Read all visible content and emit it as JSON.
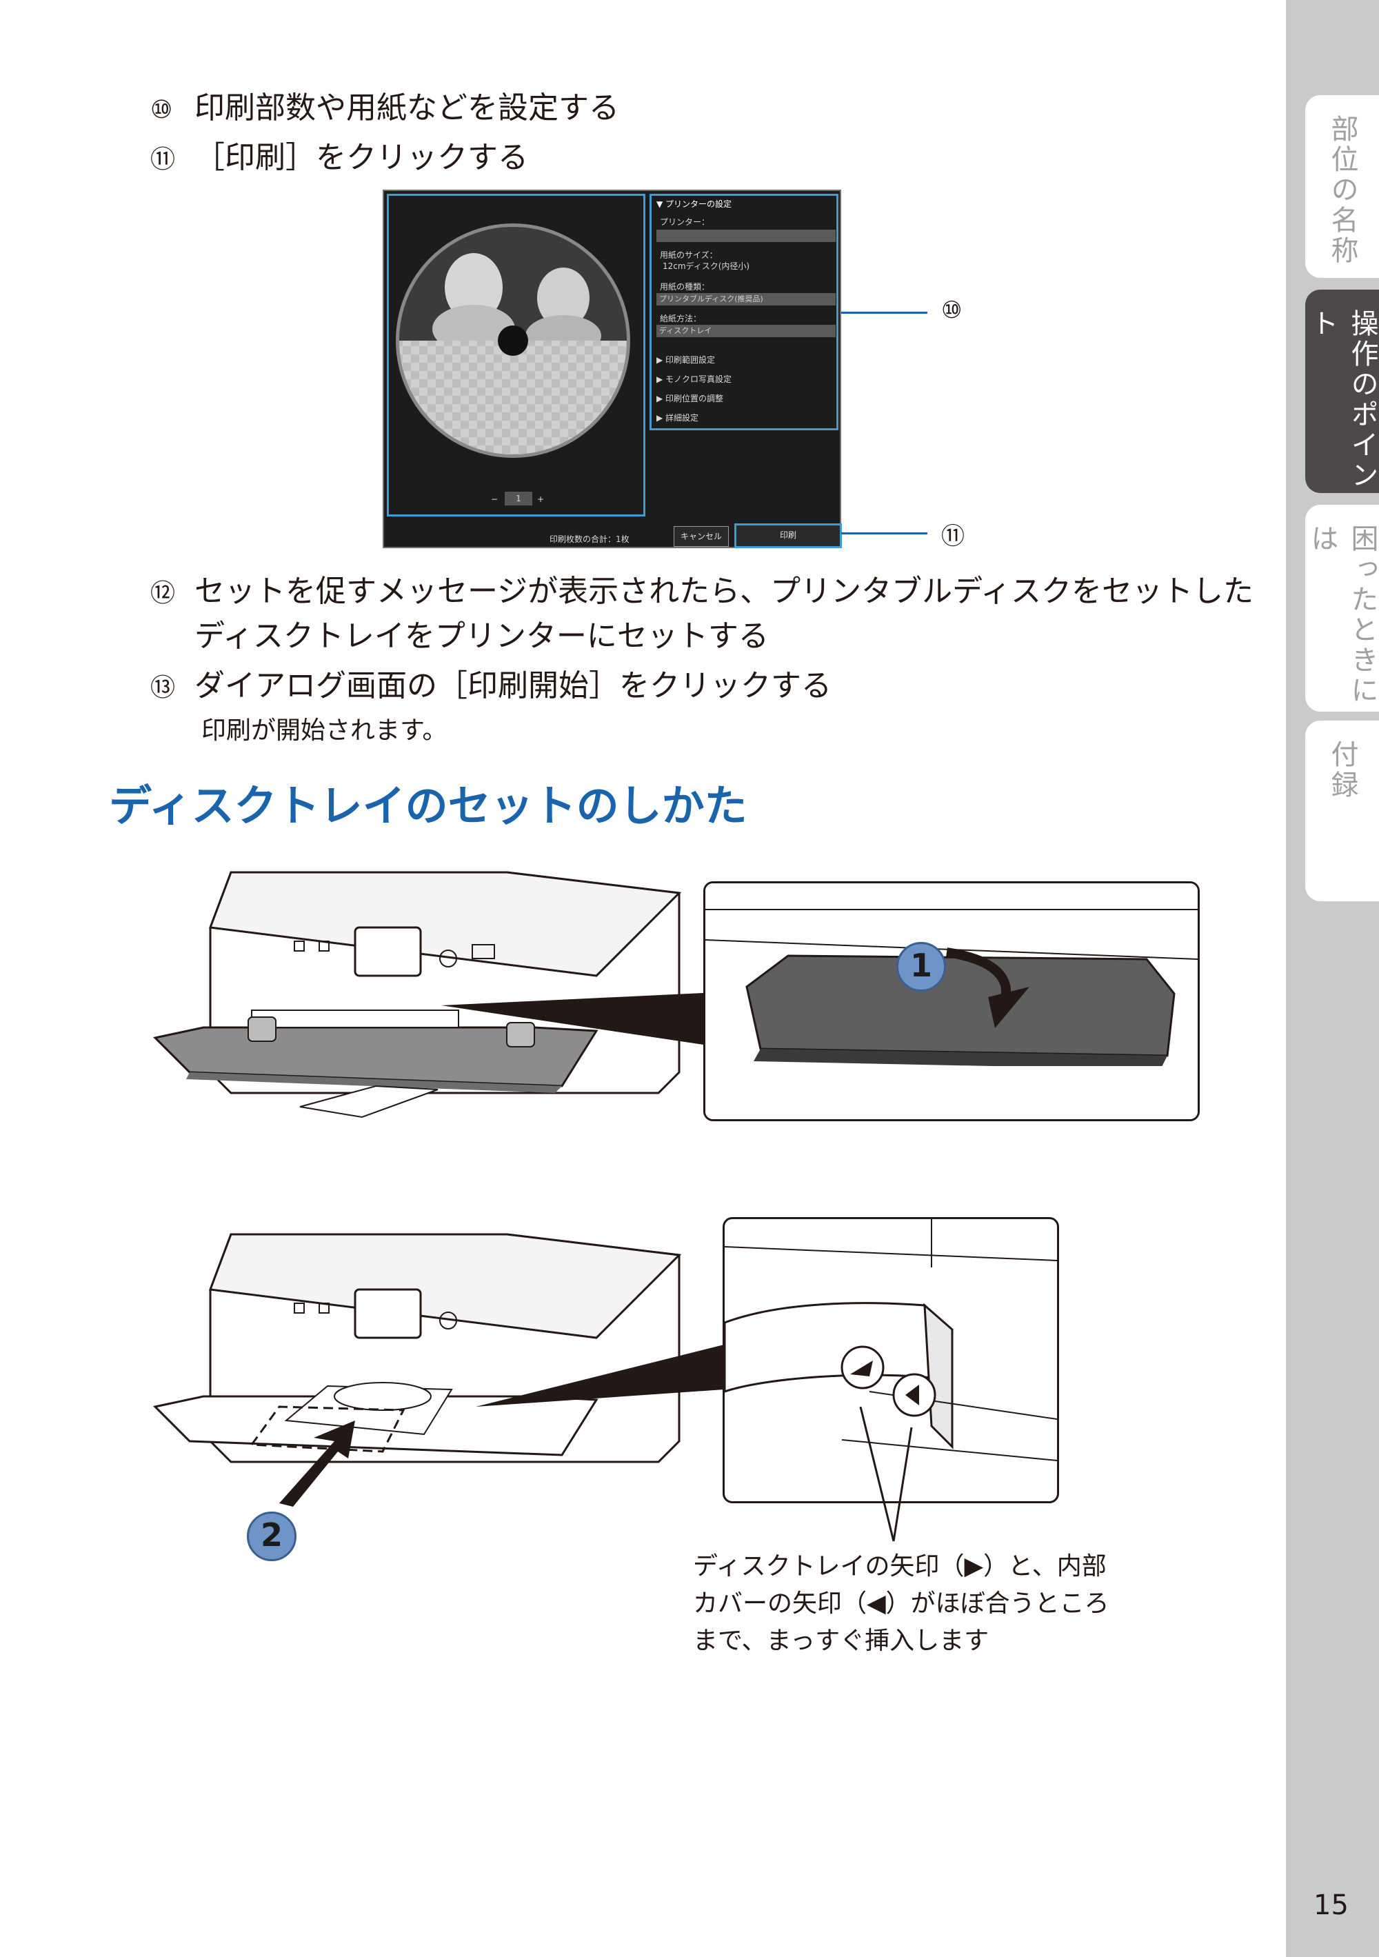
{
  "steps": {
    "s10": {
      "num": "⑩",
      "text": "印刷部数や用紙などを設定する"
    },
    "s11": {
      "num": "⑪",
      "text": "［印刷］をクリックする"
    },
    "s12": {
      "num": "⑫",
      "text": "セットを促すメッセージが表示されたら、プリンタブルディスクをセットした",
      "text2": "ディスクトレイをプリンターにセットする"
    },
    "s13": {
      "num": "⑬",
      "text": "ダイアログ画面の［印刷開始］をクリックする",
      "note": "印刷が開始されます。"
    }
  },
  "dialog": {
    "section_title": "▼ プリンターの設定",
    "printer_label": "プリンター：",
    "paper_size_label": "用紙のサイズ：",
    "paper_size_value": "12cmディスク(内径小)",
    "media_type_label": "用紙の種類：",
    "media_type_value": "プリンタブルディスク(推奨品)",
    "paper_source_label": "給紙方法：",
    "paper_source_value": "ディスクトレイ",
    "collapsed": [
      "▶ 印刷範囲設定",
      "▶ モノクロ写真設定",
      "▶ 印刷位置の調整",
      "▶ 詳細設定"
    ],
    "copies_minus": "−",
    "copies_value": "1",
    "copies_plus": "+",
    "total_label": "印刷枚数の合計：1枚",
    "cancel_button": "キャンセル",
    "print_button": "印刷"
  },
  "callouts": {
    "c10": "⑩",
    "c11": "⑪"
  },
  "section_heading": "ディスクトレイのセットのしかた",
  "badges": {
    "b1": "1",
    "b2": "2"
  },
  "caption": {
    "line1": "ディスクトレイの矢印（▶）と、内部",
    "line2": "カバーの矢印（◀）がほぼ合うところ",
    "line3": "まで、まっすぐ挿入します"
  },
  "tabs": [
    {
      "label": "部位の名称",
      "active": false
    },
    {
      "label": "操作のポイント",
      "active": true
    },
    {
      "label": "困ったときには",
      "active": false
    },
    {
      "label": "付録",
      "active": false
    }
  ],
  "page_number": "15",
  "colors": {
    "heading": "#1a63ad",
    "callout": "#1a63ad",
    "sidebar": "#c9caca",
    "active_tab": "#4c4948",
    "badge": "#6e94c8"
  }
}
